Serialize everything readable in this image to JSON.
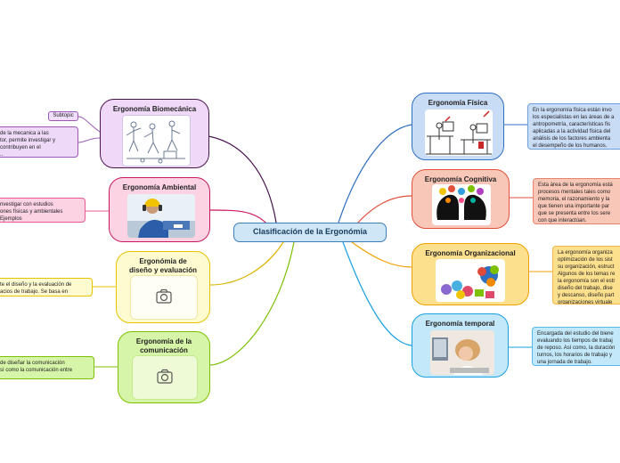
{
  "central": "Clasificación de la Ergonómia",
  "left": [
    {
      "title": "Ergonomía Biomecánica",
      "note": "de la mecanica a las\ntor, permite investigar y\ncontribuyen  en el\n.."
    },
    {
      "title": "Ergonomía Ambiental",
      "note": "nvestigar  con estudios\nones  físicas y ambientales\nEjemplos"
    },
    {
      "title": "Ergonómia de\ndiseño y evaluación",
      "note": "te el  diseño y la evaluación de\nacios de trabajo. Se basa en"
    },
    {
      "title": "Ergonomía de la\ncomunicación",
      "note": "de diseñar la comunicación\nsí como la comunicación entre"
    }
  ],
  "subtopic": "Subtopic",
  "right": [
    {
      "title": "Ergonomía Física",
      "note": "En la ergonomía física están invo\nlos especialistas en las áreas de a\nantropometría, características fis\naplicadas a la actividad física del\nanálisis de los factores ambienta\nel desempeño de los humanos."
    },
    {
      "title": "Ergonomía Cognitiva",
      "note": "Esta área de la ergonomía está\nprocesos mentales  tales como\nmemoria, el razonamiento y la\nque tienen una importante par\nque se presenta entre los sere\ncon que interactúan."
    },
    {
      "title": "Ergonomía Organizacional",
      "note": "La ergonomía organiza\noptimización de los  sist\nsu organización, estruct\nAlgunos de los temas re\nla ergonomía son el estr\ndiseño del trabajo, dise\ny descanso, diseño part\norganizaciones virtuale"
    },
    {
      "title": "Ergonomía temporal",
      "note": "Encargada del estudio del biene\nevaluando los tiempos de trabaj\nde reposo. Así como, la duración\nturnos, los horarios de trabajo y\nuna jornada de trabajo."
    }
  ],
  "colors": {
    "biomecanica": "#6a2c70",
    "ambiental": "#d01c6b",
    "diseno": "#e6c200",
    "comunicacion": "#7cc000",
    "fisica": "#2f6fc2",
    "cognitiva": "#e0503a",
    "organizacional": "#f0a000",
    "temporal": "#1aa0e0"
  }
}
